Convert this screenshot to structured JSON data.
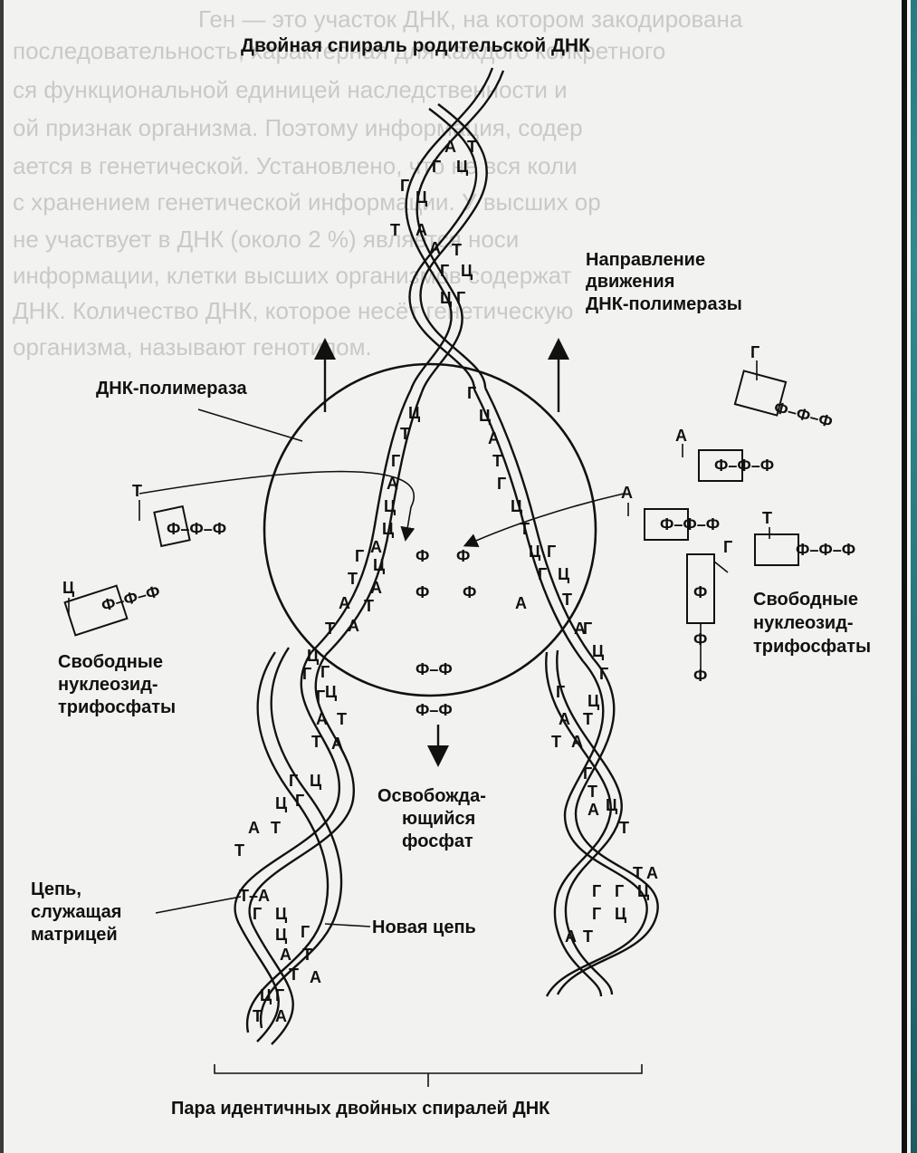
{
  "diagram": {
    "title": "Двойная спираль родительской ДНК",
    "labels": {
      "direction": [
        "Направление",
        "движения",
        "ДНК-полимеразы"
      ],
      "polymerase": "ДНК-полимераза",
      "free_ntp_left": [
        "Свободные",
        "нуклеозид-",
        "трифосфаты"
      ],
      "free_ntp_right": [
        "Свободные",
        "нуклеозид-",
        "трифосфаты"
      ],
      "released_phosphate": [
        "Освобожда-",
        "ющийся",
        "фосфат"
      ],
      "template_strand": [
        "Цепь,",
        "служащая",
        "матрицей"
      ],
      "new_strand": "Новая цепь",
      "bottom": "Пара идентичных двойных спиралей ДНК"
    },
    "phosphate_pairs": [
      "Ф–Ф",
      "Ф–Ф"
    ],
    "nucleotides": {
      "left_1": {
        "base": "Т",
        "chain": "Ф–Ф–Ф"
      },
      "left_2": {
        "base": "Ц",
        "chain": "Ф–Ф–Ф"
      },
      "right_1": {
        "base": "Г",
        "chain": "Ф–Ф–Ф"
      },
      "right_2": {
        "base": "А",
        "chain": "Ф–Ф–Ф"
      },
      "right_3": {
        "base": "А",
        "chain": "Ф–Ф–Ф"
      },
      "right_4": {
        "base": "Т",
        "chain": "Ф–Ф–Ф"
      },
      "right_5": {
        "base": "Г",
        "chain": "Ф–Ф–Ф"
      }
    },
    "background_lines": [
      "Ген — это участок ДНК, на котором закодирована",
      "последовательность, характерная для каждого конкретного",
      "ся функциональной единицей наследственности и",
      "ой признак организма. Поэтому информация, содер",
      "ается в генетической. Установлено, что не вся коли",
      "с хранением генетической информации. У высших ор",
      "не участвует в ДНК (около 2 %) является носи",
      "информации, клетки высших организмов содержат",
      "ДНК. Количество ДНК, которое несёт генетическую",
      "организма, называют генотипом."
    ]
  }
}
